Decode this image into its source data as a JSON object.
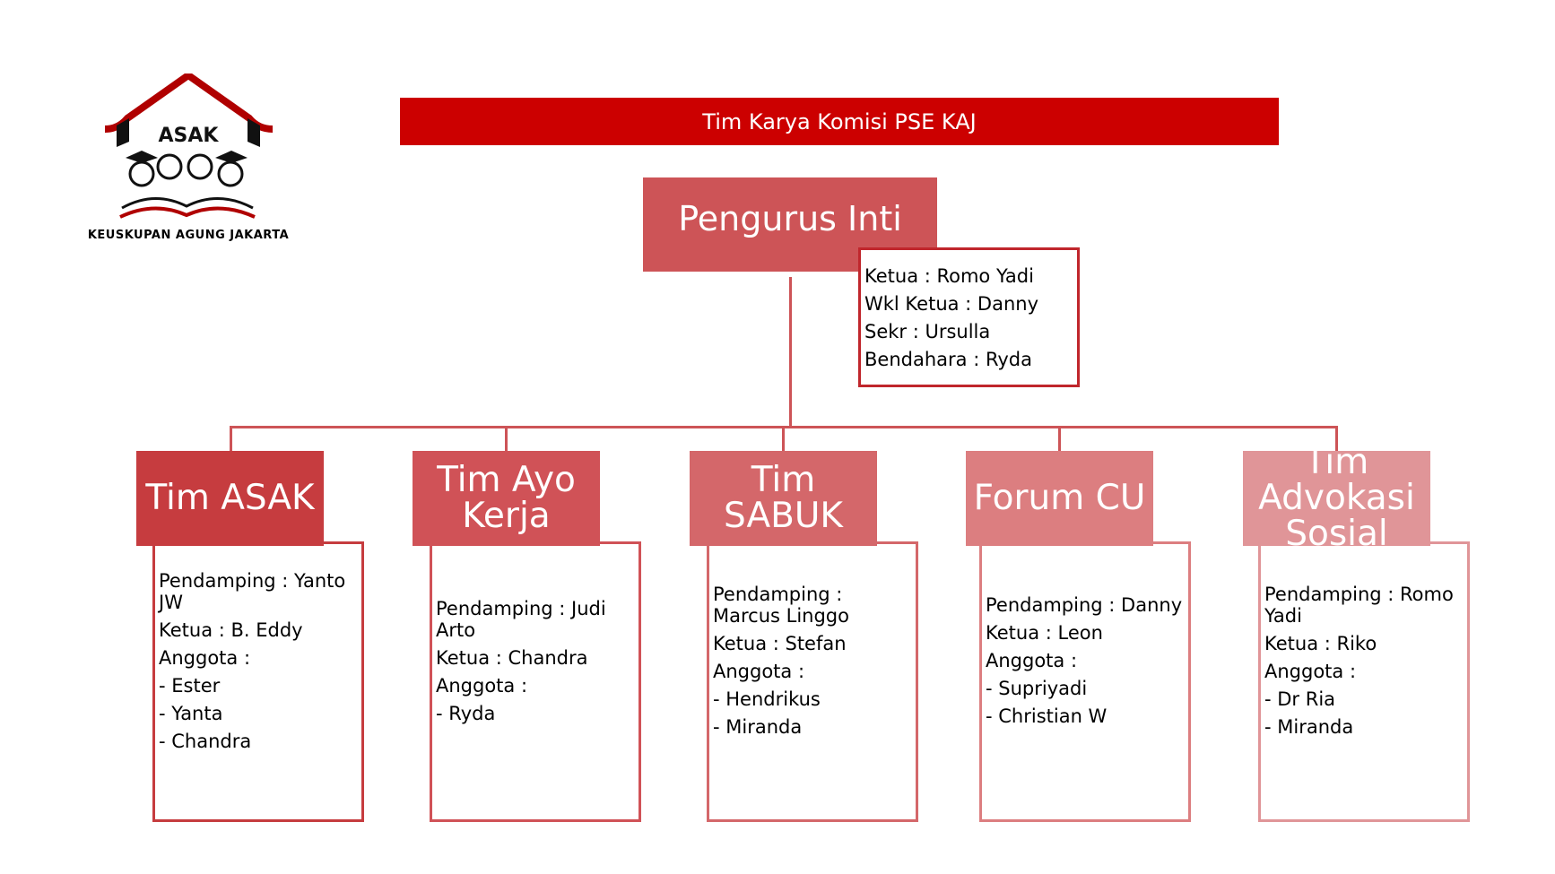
{
  "logo": {
    "brand": "ASAK",
    "subtitle": "KEUSKUPAN AGUNG JAKARTA"
  },
  "banner": {
    "title": "Tim Karya Komisi PSE KAJ"
  },
  "core": {
    "title": "Pengurus Inti",
    "members": [
      "Ketua : Romo Yadi",
      "Wkl Ketua : Danny",
      "Sekr : Ursulla",
      "Bendahara : Ryda"
    ]
  },
  "teams": [
    {
      "title": "Tim ASAK",
      "color": "#c63c3f",
      "lines": [
        "Pendamping : Yanto JW",
        "Ketua : B. Eddy",
        "Anggota :",
        "- Ester",
        "- Yanta",
        "- Chandra"
      ]
    },
    {
      "title": "Tim Ayo Kerja",
      "color": "#d05257",
      "lines": [
        "Pendamping : Judi Arto",
        "Ketua : Chandra",
        "Anggota :",
        "- Ryda"
      ]
    },
    {
      "title": "Tim SABUK",
      "color": "#d4676a",
      "lines": [
        "Pendamping : Marcus Linggo",
        "Ketua : Stefan",
        "Anggota :",
        "- Hendrikus",
        "- Miranda"
      ]
    },
    {
      "title": "Forum CU",
      "color": "#dc7e80",
      "lines": [
        "Pendamping : Danny",
        "Ketua : Leon",
        "Anggota :",
        "- Supriyadi",
        "- Christian W"
      ]
    },
    {
      "title": "Tim Advokasi Sosial",
      "color": "#e09598",
      "lines": [
        "Pendamping : Romo Yadi",
        "Ketua : Riko",
        "Anggota :",
        "- Dr Ria",
        "- Miranda"
      ]
    }
  ]
}
